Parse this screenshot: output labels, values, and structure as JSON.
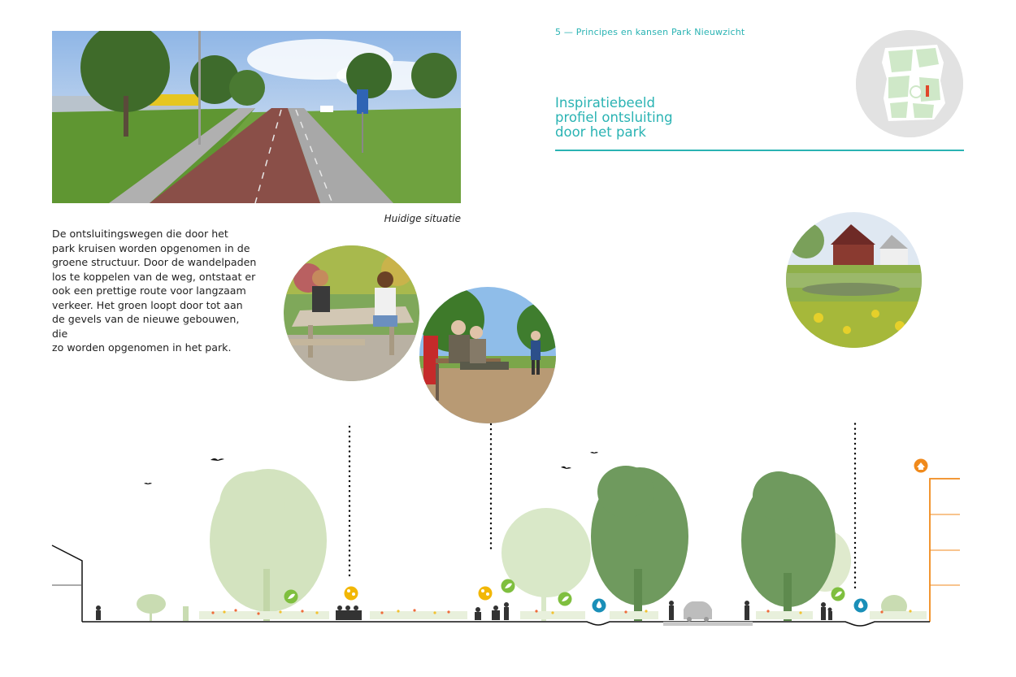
{
  "header": {
    "running_head": "5 — Principes en kansen Park Nieuwzicht",
    "title_lines": [
      "Inspiratiebeeld",
      "profiel ontsluiting",
      "door het park"
    ]
  },
  "photo": {
    "caption": "Huidige situatie"
  },
  "body_text": {
    "lines": [
      "De ontsluitingswegen die door het",
      "park kruisen worden opgenomen in de",
      "groene structuur. Door de wandelpaden",
      "los te koppelen van de weg, ontstaat er",
      "ook een prettige route voor langzaam",
      "verkeer. Het groen loopt door tot aan",
      "de gevels van de nieuwe gebouwen, die",
      "zo worden opgenomen in het park."
    ]
  },
  "colors": {
    "accent_teal": "#2ab3b3",
    "light_green": "#cfe0b8",
    "dark_green": "#6f9a5e",
    "icon_green": "#7fbf3f",
    "icon_yellow": "#f2b705",
    "icon_blue": "#1a8fb8",
    "icon_orange": "#f08a1c",
    "building_orange": "#f08a1c"
  },
  "icons": {
    "nature_icon": "leaf-hand-icon",
    "play_icon": "people-play-icon",
    "water_icon": "water-drop-icon",
    "home_icon": "home-icon"
  }
}
